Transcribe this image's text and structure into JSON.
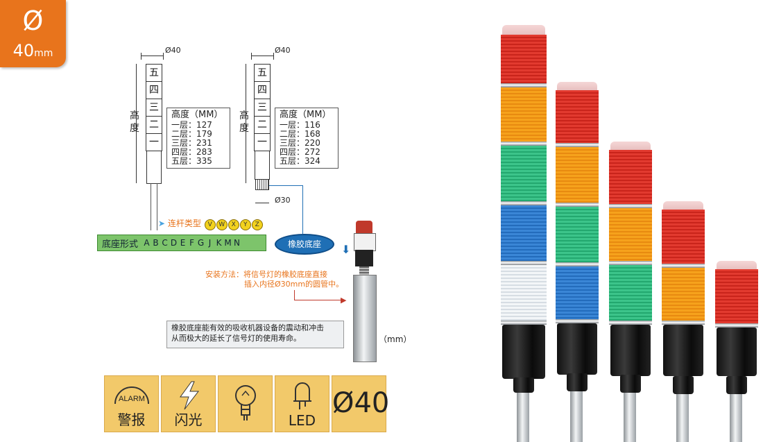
{
  "badge": {
    "symbol": "Ø",
    "size": "40",
    "unit": "mm"
  },
  "drawing_left": {
    "diameter_top": "Ø40",
    "height_label": [
      "高",
      "度"
    ],
    "tiers": [
      "五",
      "四",
      "三",
      "二",
      "一"
    ],
    "box_title": "高度（MM）",
    "rows": [
      "一层：127",
      "二层：179",
      "三层：231",
      "四层：283",
      "五层：335"
    ]
  },
  "drawing_right": {
    "diameter_top": "Ø40",
    "height_label": [
      "高",
      "度"
    ],
    "tiers": [
      "五",
      "四",
      "三",
      "二",
      "一"
    ],
    "box_title": "高度（MM）",
    "rows": [
      "一层：116",
      "二层：168",
      "三层：220",
      "四层：272",
      "五层：324"
    ],
    "diameter_bottom": "Ø30"
  },
  "rod_type": {
    "label": "连杆类型",
    "codes": [
      "V",
      "W",
      "X",
      "Y",
      "Z"
    ]
  },
  "mount_bar": {
    "label": "底座形式",
    "codes": [
      "A",
      "B",
      "C",
      "D",
      "E",
      "F",
      "G",
      "J",
      "K",
      "M",
      "N"
    ]
  },
  "rubber_base": {
    "label": "橡胶底座"
  },
  "install": {
    "line1": "安装方法：将信号灯的橡胶底座直接",
    "line2": "插入内径Ø30mm的圆管中。"
  },
  "note": {
    "line1": "橡胶底座能有效的吸收机器设备的震动和冲击",
    "line2": "从而极大的延长了信号灯的使用寿命。"
  },
  "unit_note": "（mm）",
  "features": [
    {
      "label": "警报",
      "icon": "alarm-icon",
      "glyph": "ALARM"
    },
    {
      "label": "闪光",
      "icon": "flash-icon",
      "glyph": ""
    },
    {
      "label": "",
      "icon": "bulb-icon",
      "glyph": ""
    },
    {
      "label": "LED",
      "icon": "led-icon",
      "glyph": ""
    },
    {
      "label": "Ø40",
      "icon": "diameter-icon",
      "glyph": ""
    }
  ],
  "colors": {
    "accent_orange": "#e8741c",
    "tile": "#f2c96a",
    "mount_green": "#7dc46b",
    "rubber_blue": "#1f6fb5",
    "code_yellow": "#f2d21e"
  }
}
